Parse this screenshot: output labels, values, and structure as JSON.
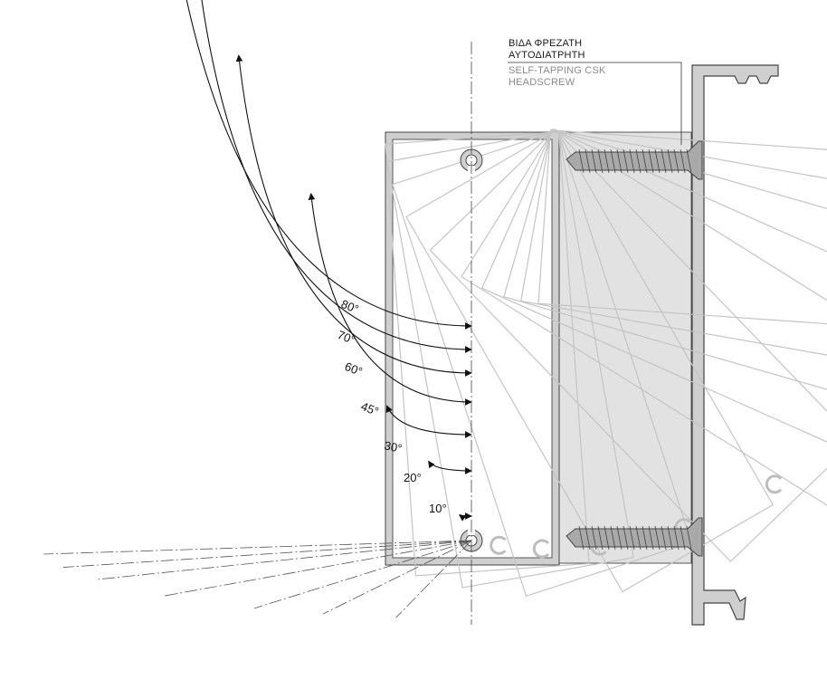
{
  "callout": {
    "greek_line1": "ΒΙΔΑ ΦΡΕΖΑΤΗ",
    "greek_line2": "ΑΥΤΟΔΙΑΤΡΗΤΗ",
    "english_line1": "SELF-TAPPING CSK",
    "english_line2": "HEADSCREW"
  },
  "angles": [
    {
      "degrees": 10,
      "label": "10°"
    },
    {
      "degrees": 20,
      "label": "20°"
    },
    {
      "degrees": 30,
      "label": "30°"
    },
    {
      "degrees": 45,
      "label": "45°"
    },
    {
      "degrees": 60,
      "label": "60°"
    },
    {
      "degrees": 70,
      "label": "70°"
    },
    {
      "degrees": 80,
      "label": "80°"
    }
  ],
  "colors": {
    "line": "#333333",
    "panel_outline": "#bdbdbd",
    "profile_fill": "#cfcfcf",
    "screw_fill": "#a9a9a9",
    "frame_fill": "#e2e2e2"
  }
}
